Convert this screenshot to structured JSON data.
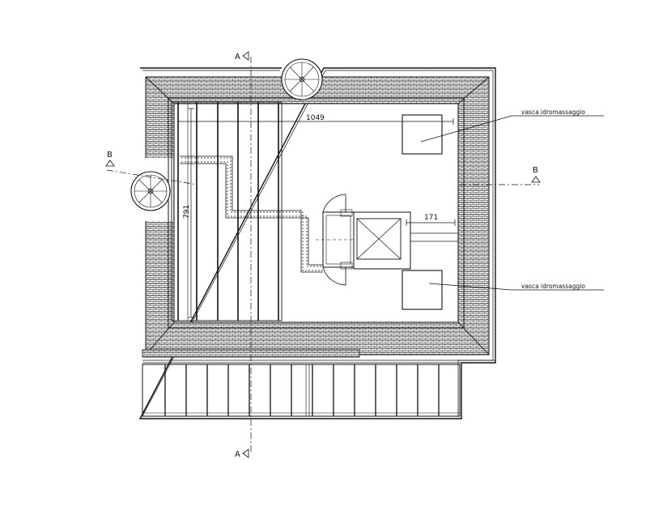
{
  "drawing": {
    "dimensions": {
      "width_overall": "1049",
      "height_overall": "791",
      "skylight_offset": "171"
    },
    "labels": {
      "tub_top": "vasca idromassaggio",
      "tub_bottom": "vasca idromassaggio"
    },
    "sections": {
      "a_top": "A",
      "a_bottom": "A",
      "b_left": "B",
      "b_right": "B"
    },
    "colors": {
      "line": "#111111",
      "tile_fill": "#ffffff",
      "paper": "#ffffff"
    }
  }
}
